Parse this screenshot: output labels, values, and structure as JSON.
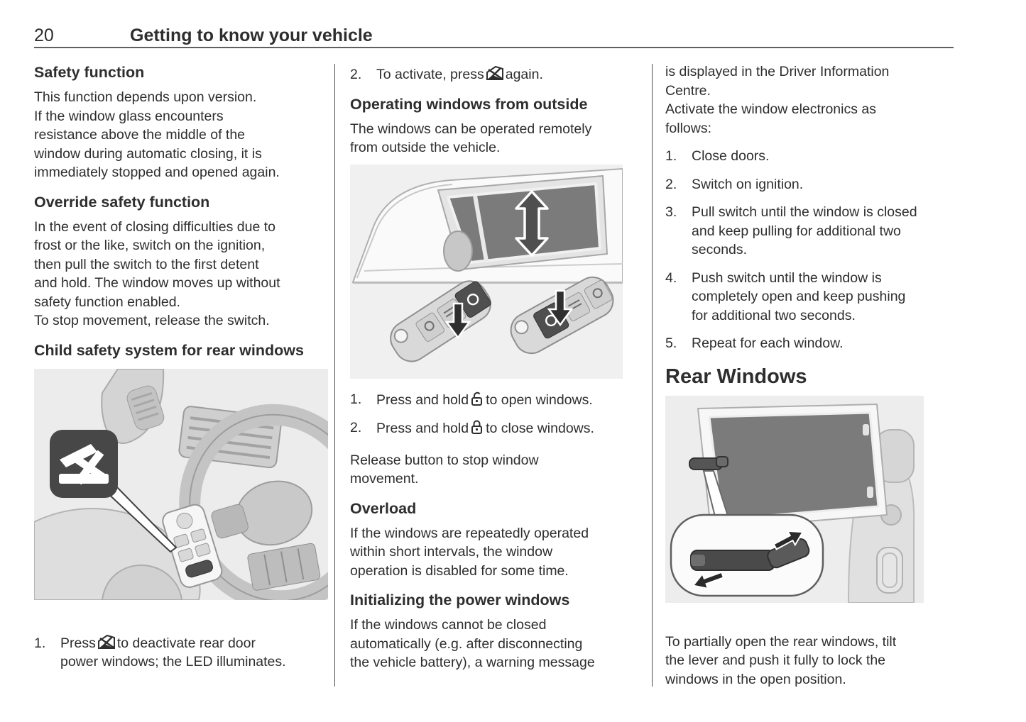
{
  "header": {
    "page_number": "20",
    "chapter_title": "Getting to know your vehicle"
  },
  "col1": {
    "safety_heading": "Safety function",
    "safety_body": "This function depends upon version.\nIf the window glass encounters\nresistance above the middle of the\nwindow during automatic closing, it is\nimmediately stopped and opened again.",
    "override_heading": "Override safety function",
    "override_body": "In the event of closing difficulties due to\nfrost or the like, switch on the ignition,\nthen pull the switch to the first detent\nand hold. The window moves up without\nsafety function enabled.\nTo stop movement, release the switch.",
    "child_heading": "Child safety system for rear windows",
    "item1": {
      "num": "1.",
      "pre": "Press",
      "post": "to deactivate rear door\npower windows; the LED illuminates."
    }
  },
  "col2": {
    "item2": {
      "num": "2.",
      "pre": "To activate, press",
      "post": "again."
    },
    "outside_heading": "Operating windows from outside",
    "outside_body": "The windows can be operated remotely\nfrom outside the vehicle.",
    "list": [
      {
        "num": "1.",
        "pre": "Press and hold",
        "post": "to open windows."
      },
      {
        "num": "2.",
        "pre": "Press and hold",
        "post": "to close windows."
      }
    ],
    "release_note": "Release button to stop window\nmovement.",
    "overload_heading": "Overload",
    "overload_body": "If the windows are repeatedly operated\nwithin short intervals, the window\noperation is disabled for some time.",
    "init_heading": "Initializing the power windows",
    "init_body": "If the windows cannot be closed\nautomatically (e.g. after disconnecting\nthe vehicle battery), a warning message"
  },
  "col3": {
    "intro": "is displayed in the Driver Information\nCentre.\nActivate the window electronics as\nfollows:",
    "list": [
      {
        "num": "1.",
        "text": "Close doors."
      },
      {
        "num": "2.",
        "text": "Switch on ignition."
      },
      {
        "num": "3.",
        "text": "Pull switch until the window is closed\nand keep pulling for additional two\nseconds."
      },
      {
        "num": "4.",
        "text": "Push switch until the window is\ncompletely open and keep pushing\nfor additional two seconds."
      },
      {
        "num": "5.",
        "text": "Repeat for each window."
      }
    ],
    "rear_heading": "Rear Windows",
    "outro": "To partially open the rear windows, tilt\nthe lever and push it fully to lock the\nwindows in the open position."
  },
  "icons": {
    "rear_window_deactivate": "window-crossed-icon",
    "open_windows": "unlock-open-icon",
    "close_windows": "lock-closed-icon",
    "window_move": "double-arrow-vertical-icon",
    "press_button": "arrow-down-icon"
  },
  "colors": {
    "text": "#2e2e2e",
    "rule": "#5f5f5f",
    "illustration_background": "#ececec",
    "window_glass": "#7b7b7b",
    "callout_badge": "#474747"
  }
}
